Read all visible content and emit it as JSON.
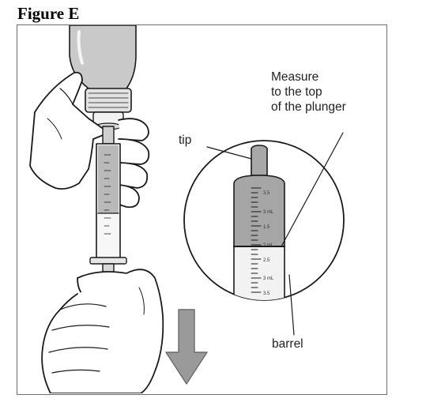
{
  "figure": {
    "title": "Figure E"
  },
  "labels": {
    "tip": "tip",
    "measure": [
      "Measure",
      "to the top",
      "of the plunger"
    ],
    "barrel": "barrel"
  },
  "zoom_scale": {
    "marks": [
      "3.5",
      "3 mL",
      "1.5",
      "2 mL",
      "2.5",
      "3 mL",
      "3.5"
    ]
  }
}
